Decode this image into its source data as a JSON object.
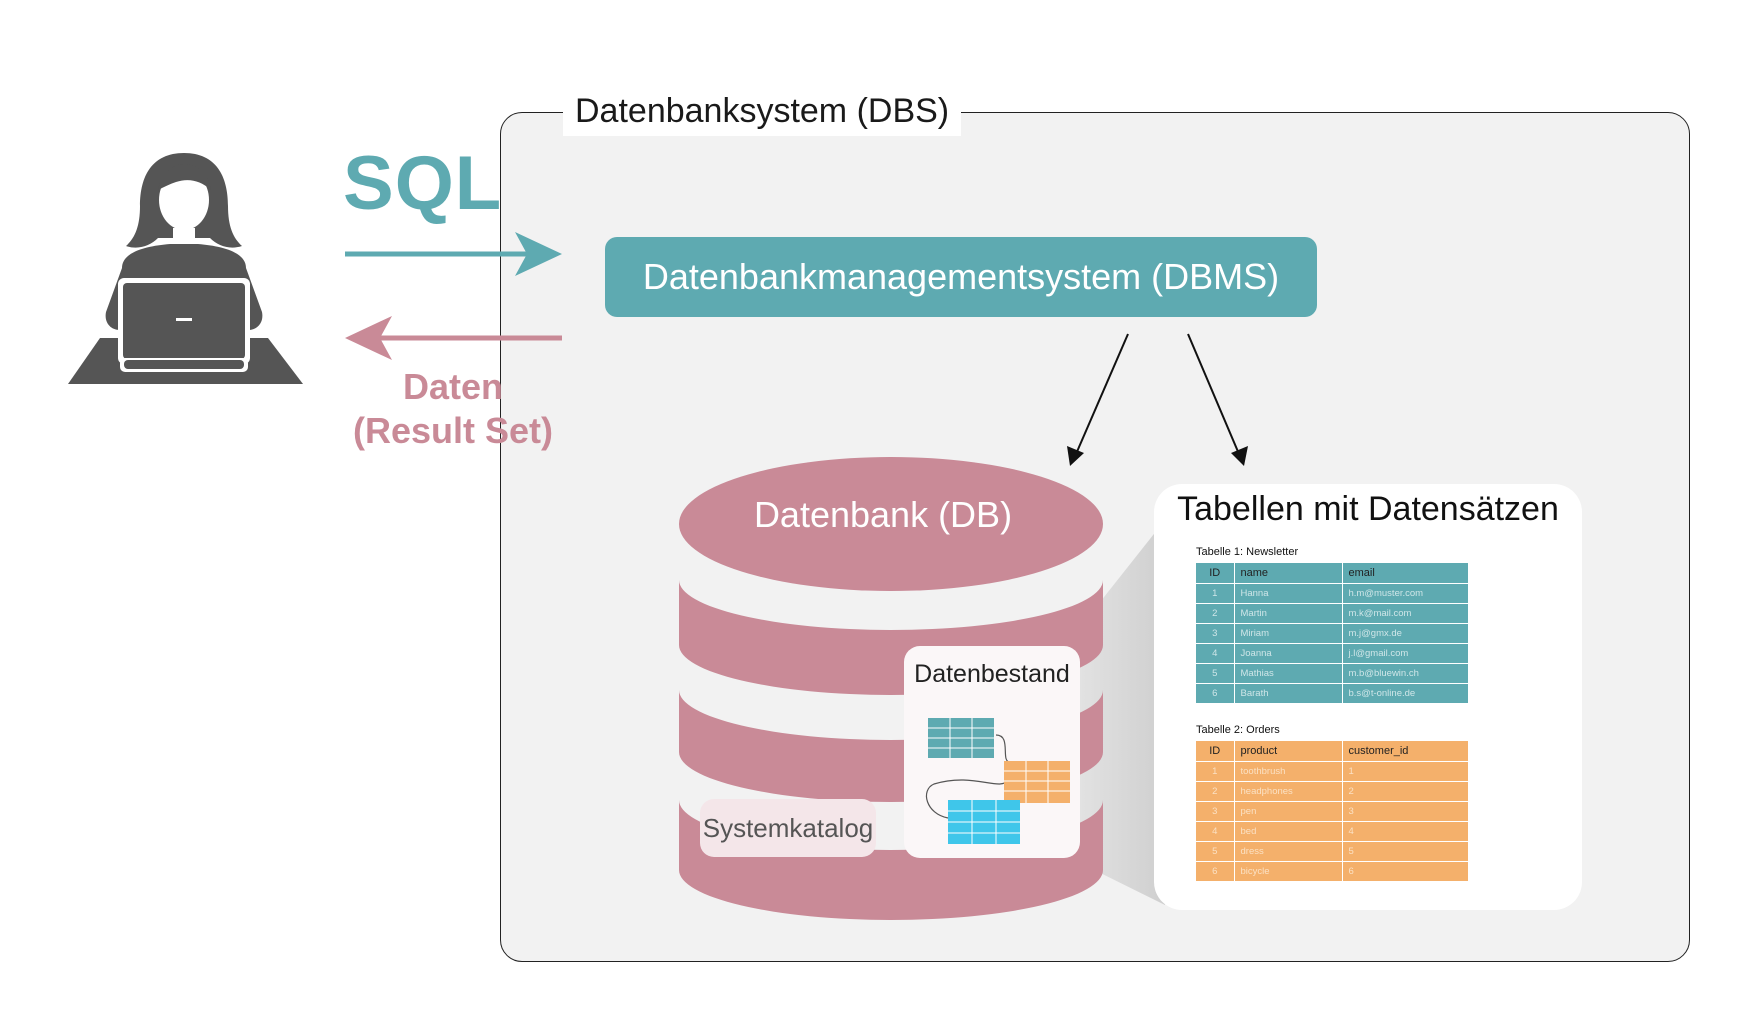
{
  "dbs": {
    "title": "Datenbanksystem (DBS)"
  },
  "dbms": {
    "label": "Datenbankmanagementsystem (DBMS)"
  },
  "request": {
    "label": "SQL"
  },
  "response": {
    "label_line1": "Daten",
    "label_line2": "(Result Set)"
  },
  "database": {
    "label": "Datenbank (DB)",
    "catalog_label": "Systemkatalog",
    "dataset_label": "Datenbestand"
  },
  "tables_panel": {
    "title": "Tabellen mit Datensätzen",
    "table1": {
      "caption": "Tabelle 1: Newsletter",
      "headers": [
        "ID",
        "name",
        "email"
      ],
      "rows": [
        [
          "1",
          "Hanna",
          "h.m@muster.com"
        ],
        [
          "2",
          "Martin",
          "m.k@mail.com"
        ],
        [
          "3",
          "Miriam",
          "m.j@gmx.de"
        ],
        [
          "4",
          "Joanna",
          "j.l@gmail.com"
        ],
        [
          "5",
          "Mathias",
          "m.b@bluewin.ch"
        ],
        [
          "6",
          "Barath",
          "b.s@t-online.de"
        ]
      ]
    },
    "table2": {
      "caption": "Tabelle 2: Orders",
      "headers": [
        "ID",
        "product",
        "customer_id"
      ],
      "rows": [
        [
          "1",
          "toothbrush",
          "1"
        ],
        [
          "2",
          "headphones",
          "2"
        ],
        [
          "3",
          "pen",
          "3"
        ],
        [
          "4",
          "bed",
          "4"
        ],
        [
          "5",
          "dress",
          "5"
        ],
        [
          "6",
          "bicycle",
          "6"
        ]
      ]
    }
  },
  "colors": {
    "teal": "#5eaab1",
    "rose": "#c98a97",
    "orange": "#f4b06b",
    "cyan": "#3fc6ea",
    "person": "#555555",
    "frame_bg": "#f2f2f2"
  },
  "icons": {
    "user": "person-at-laptop-icon",
    "database": "database-cylinder-icon",
    "tables": "table-grid-icon"
  }
}
